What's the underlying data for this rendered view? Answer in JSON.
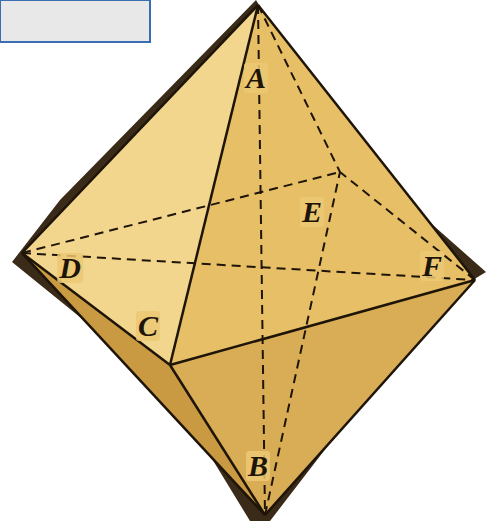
{
  "diagram": {
    "labels": [
      "A",
      "D",
      "C",
      "E",
      "F",
      "B"
    ]
  }
}
